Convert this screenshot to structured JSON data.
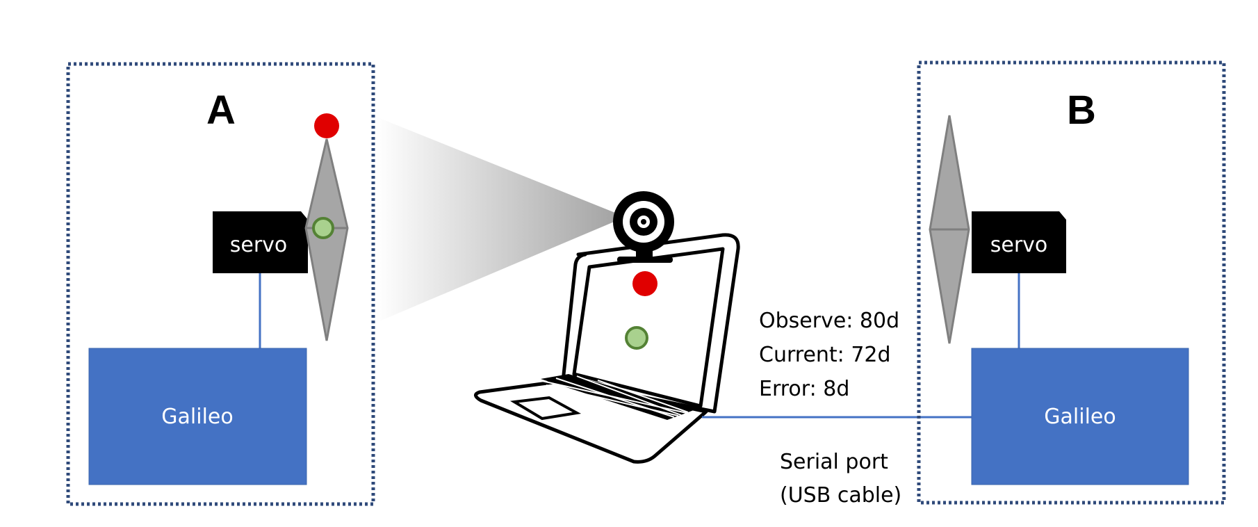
{
  "panel_a": {
    "label": "A",
    "servo_label": "servo",
    "board_label": "Galileo"
  },
  "panel_b": {
    "label": "B",
    "servo_label": "servo",
    "board_label": "Galileo"
  },
  "readout": {
    "observe": "Observe: 80d",
    "current": "Current: 72d",
    "error": "Error: 8d"
  },
  "connection": {
    "line1": "Serial port",
    "line2": "(USB cable)"
  },
  "colors": {
    "board": "#4472c4",
    "board_text": "#ffffff",
    "frame": "#2f4a7a",
    "servo": "#000000",
    "needle_fill": "#a6a6a6",
    "needle_stroke": "#7f7f7f",
    "red_dot": "#e00000",
    "green_dot": "#a9d18e",
    "green_dot_stroke": "#548235",
    "wire": "#4472c4"
  },
  "icons": [
    "webcam-icon",
    "laptop-icon",
    "needle-icon"
  ]
}
